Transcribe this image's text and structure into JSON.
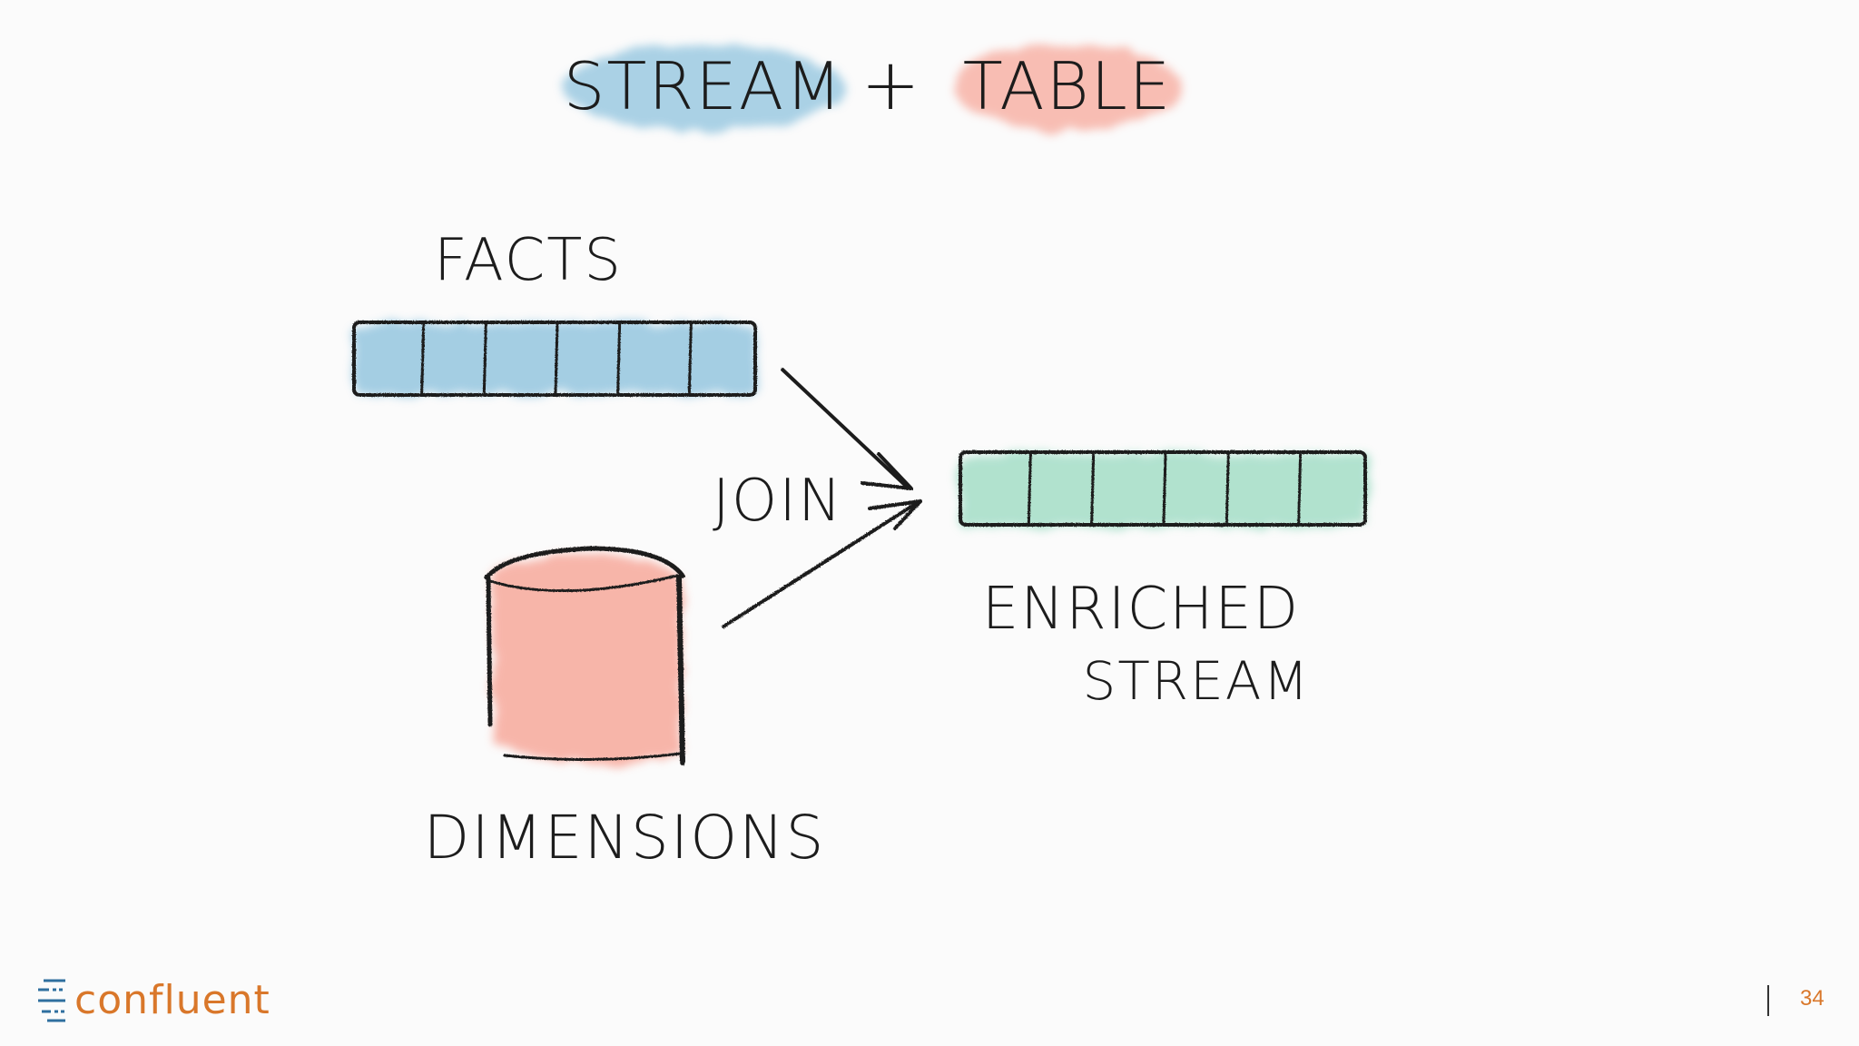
{
  "title": {
    "left": "STREAM",
    "operator": "+",
    "right": "TABLE"
  },
  "facts": {
    "label": "FACTS",
    "cells": 6
  },
  "join": {
    "label": "JOIN"
  },
  "dimensions": {
    "label": "DIMENSIONS"
  },
  "enriched": {
    "line1": "ENRICHED",
    "line2": "STREAM",
    "cells": 6
  },
  "footer": {
    "logo_text": "confluent",
    "page_number": "34"
  },
  "colors": {
    "stream_blue": "#8fc3de",
    "table_red": "#f7a99b",
    "enriched_green": "#9fdcc4",
    "brand_orange": "#d9772a",
    "logo_blue": "#2f6f9f"
  },
  "icons": {
    "logo_mark": "confluent-logo-icon",
    "join_arrows": "arrow-icon",
    "dimension_table": "cylinder-icon"
  }
}
